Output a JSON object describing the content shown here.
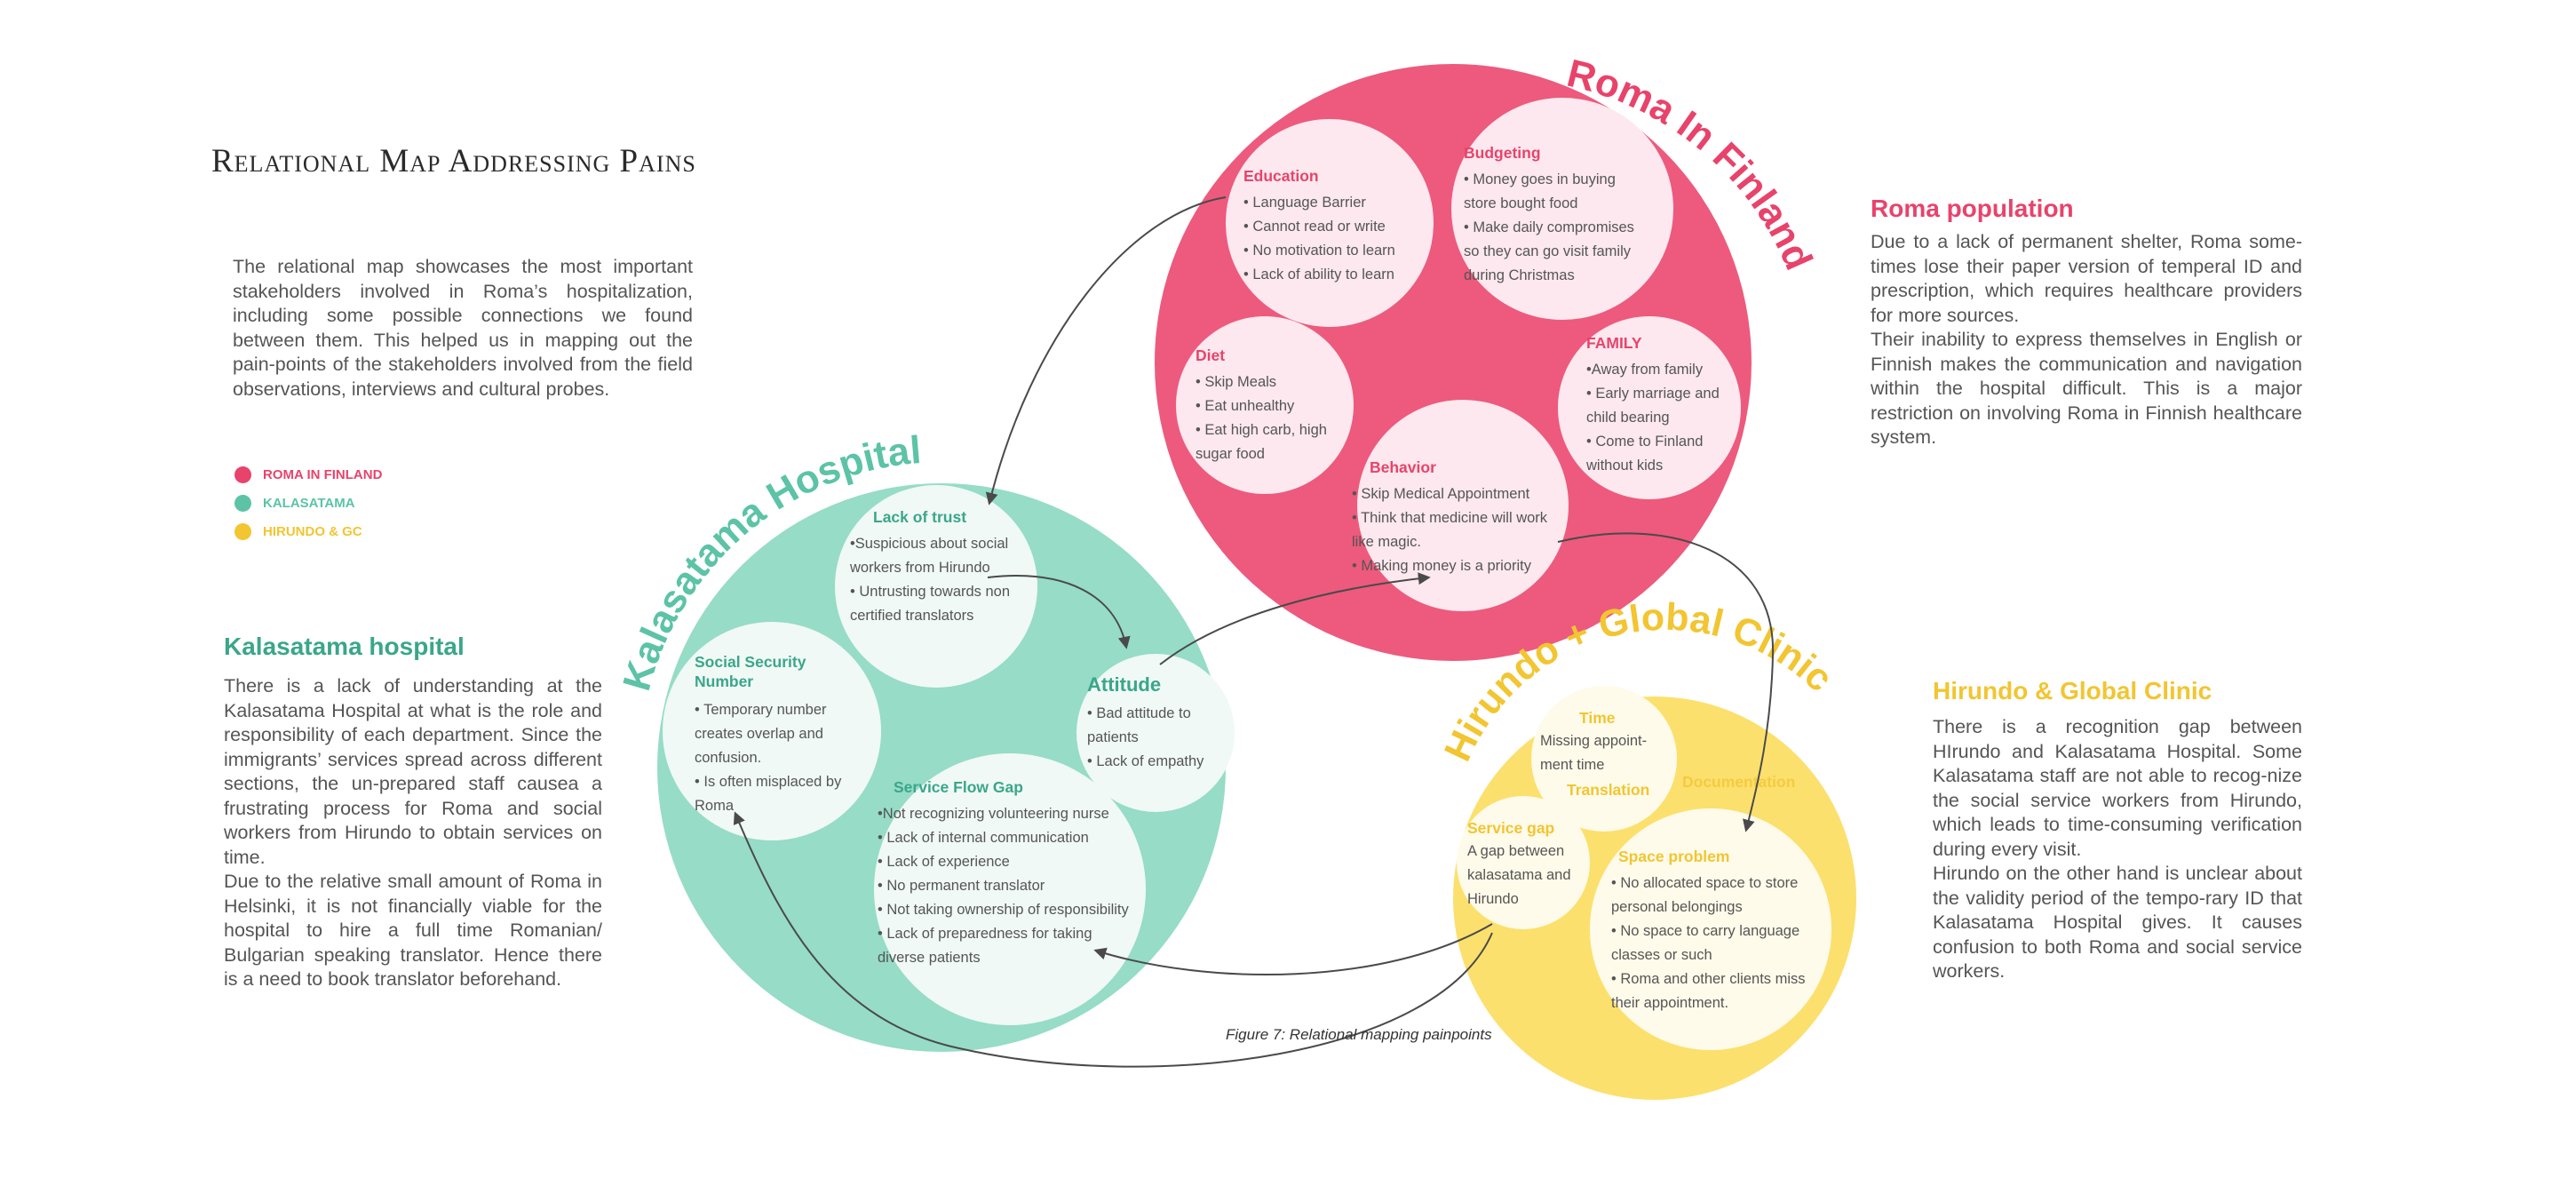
{
  "page": {
    "title": "Relational Map Addressing Pains",
    "intro": "The relational map showcases the most important stakeholders involved in Roma’s hospitalization, including some possible connections we found between them. This helped us in mapping out the pain-points of the stakeholders involved from the field observations, interviews and cultural probes.",
    "caption": "Figure 7: Relational mapping painpoints"
  },
  "colors": {
    "roma": "#e8436b",
    "roma_big": "#ed5a7d",
    "kalasatama": "#5cc3a7",
    "kalasatama_big": "#96dcc7",
    "hirundo": "#f2c531",
    "hirundo_big": "#fce06e"
  },
  "legend": [
    {
      "label": "ROMA IN FINLAND"
    },
    {
      "label": "KALASATAMA"
    },
    {
      "label": "HIRUNDO & GC"
    }
  ],
  "sections": {
    "kalasatama": {
      "title": "Kalasatama hospital",
      "p1": "There is a lack of understanding at the Kalasatama Hospital at what is the role and responsibility of each department. Since the immigrants’ services spread across different sections, the un-prepared staff causea a frustrating process for Roma and social workers from Hirundo to obtain services on time.",
      "p2": "Due to the relative small amount of Roma in Helsinki, it is not financially viable for the hospital to hire a full time Romanian/ Bulgarian speaking translator. Hence there is a need to book translator beforehand."
    },
    "roma": {
      "title": "Roma population",
      "p1": "Due to a lack of permanent shelter, Roma some-times lose their paper version of temperal ID and prescription, which requires healthcare providers for more sources.",
      "p2": "Their inability to express themselves in English or Finnish makes the communication and navigation within the hospital difficult. This is a major restriction on involving Roma in Finnish healthcare system."
    },
    "hirundo": {
      "title": "Hirundo & Global Clinic",
      "p1": "There is a recognition gap between HIrundo and Kalasatama Hospital. Some Kalasatama staff are not able to recog-nize the social service workers from Hirundo, which leads to time-consuming verification during every visit.",
      "p2": "Hirundo on the other hand is unclear about the validity period of the tempo-rary ID that Kalasatama Hospital gives. It causes confusion to both Roma and social service workers."
    }
  },
  "clusters": {
    "roma": {
      "label": "Roma In Finland",
      "education": {
        "title": "Education",
        "items": [
          "• Language Barrier",
          "• Cannot read or write",
          "• No motivation to learn",
          "• Lack of ability to learn"
        ]
      },
      "budgeting": {
        "title": "Budgeting",
        "items": [
          "• Money goes in buying store bought food",
          "• Make daily compromises so they can go visit family during Christmas"
        ]
      },
      "diet": {
        "title": "Diet",
        "items": [
          "• Skip Meals",
          "• Eat unhealthy",
          "•  Eat high carb, high sugar food"
        ]
      },
      "family": {
        "title": "FAMILY",
        "items": [
          "•Away from family",
          "• Early marriage and child bearing",
          "• Come to Finland without kids"
        ]
      },
      "behavior": {
        "title": "Behavior",
        "items": [
          "• Skip Medical Appointment",
          "• Think that medicine will work like magic.",
          "• Making money is a priority"
        ]
      }
    },
    "kalasatama": {
      "label": "Kalasatama Hospital",
      "trust": {
        "title": "Lack of trust",
        "items": [
          "•Suspicious about social workers from Hirundo",
          "• Untrusting towards non certified translators"
        ]
      },
      "social": {
        "title": "Social Security Number",
        "items": [
          "• Temporary number creates overlap and confusion.",
          "• Is often misplaced by Roma"
        ]
      },
      "attitude": {
        "title": "Attitude",
        "items": [
          "• Bad attitude to patients",
          "• Lack of empathy"
        ]
      },
      "service": {
        "title": "Service Flow Gap",
        "items": [
          "•Not recognizing volunteering nurse",
          "• Lack of internal communication",
          "• Lack of experience",
          "• No permanent translator",
          "• Not taking ownership of responsibility",
          "• Lack of preparedness for taking diverse patients"
        ]
      }
    },
    "hirundo": {
      "label": "Hirundo + Global Clinic",
      "time": {
        "title": "Time",
        "text": "Missing appoint-ment time"
      },
      "translation": {
        "title": "Translation"
      },
      "documentation": {
        "title": "Documentation"
      },
      "servicegap": {
        "title": "Service gap",
        "text": "A gap between kalasatama and Hirundo"
      },
      "space": {
        "title": "Space problem",
        "items": [
          "• No allocated space to store personal belongings",
          "• No space to carry language classes or such",
          "• Roma and other clients miss their appointment."
        ]
      }
    }
  }
}
